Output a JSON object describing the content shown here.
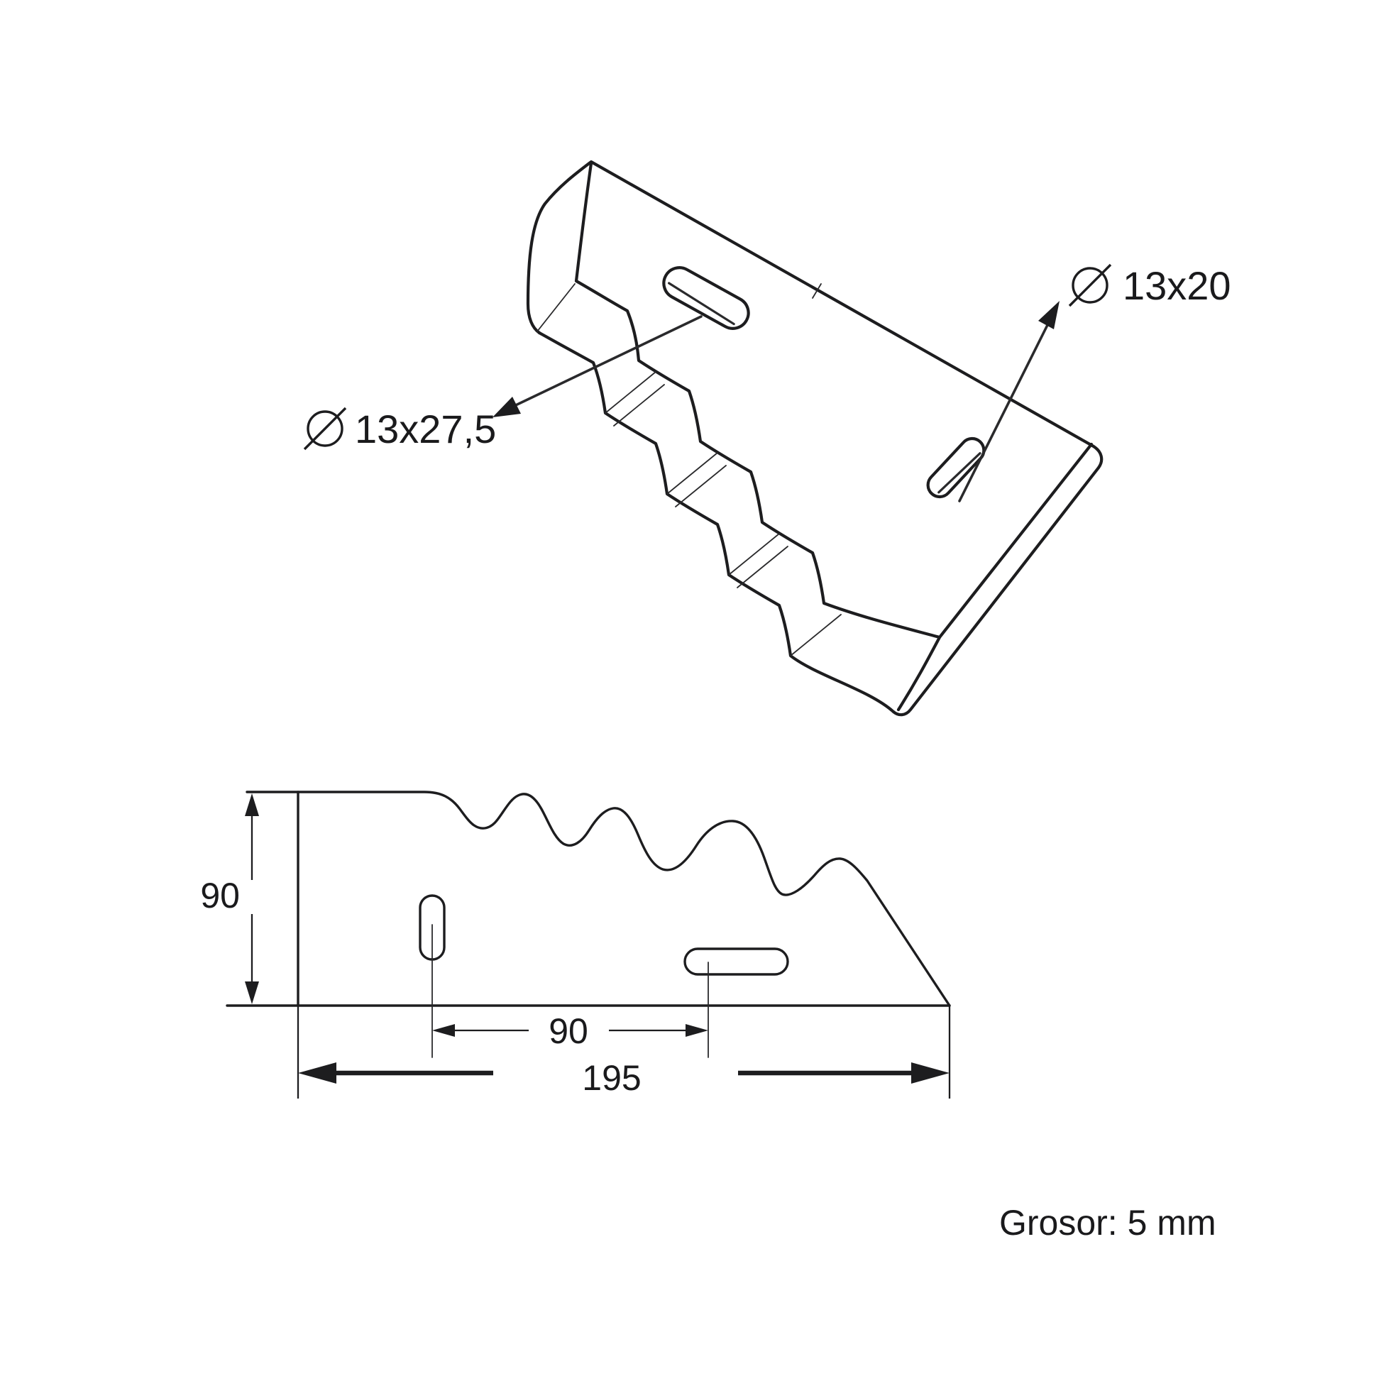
{
  "drawing": {
    "background": "#ffffff",
    "line_color": "#1d1d1f",
    "iso_view": {
      "diameter_symbol": "⌀",
      "top_slot_label": "13x27,5",
      "bottom_slot_label": "13x20"
    },
    "profile_view": {
      "height_dim": "90",
      "hole_spacing_dim": "90",
      "total_length_dim": "195"
    },
    "thickness_note": "Grosor: 5 mm"
  }
}
